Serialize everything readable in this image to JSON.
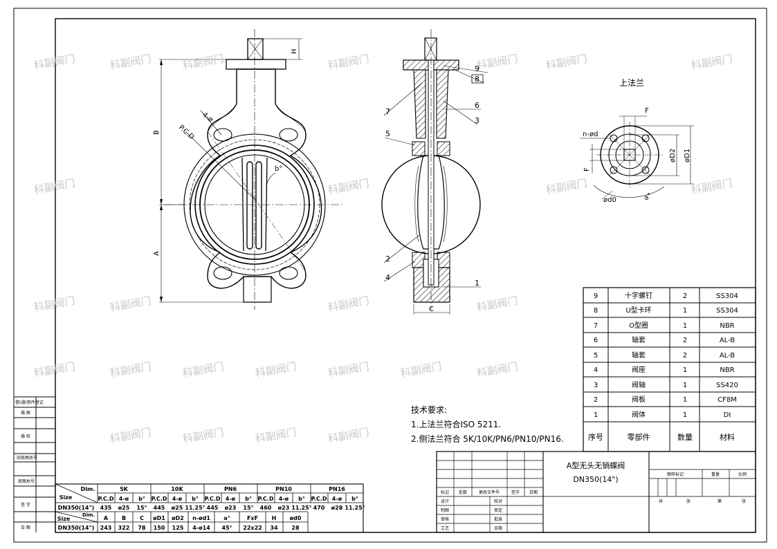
{
  "watermark": "科副阀门",
  "upper_flange_title": "上法兰",
  "dim_labels": {
    "H": "H",
    "B": "B",
    "A": "A",
    "C": "C",
    "F": "F",
    "bolt_holes": "4-ø",
    "pcd": "P.C.D",
    "angle_b": "b°",
    "n_d": "n-ød",
    "d0": "ød0",
    "a_deg": "a°",
    "D1": "øD1",
    "D2": "øD2"
  },
  "callouts": [
    "9",
    "8",
    "7",
    "6",
    "5",
    "3",
    "2",
    "4",
    "1"
  ],
  "parts_table": {
    "headers": [
      "序号",
      "零部件",
      "数量",
      "材料"
    ],
    "rows": [
      [
        "9",
        "十字螺钉",
        "2",
        "SS304"
      ],
      [
        "8",
        "U型卡环",
        "1",
        "SS304"
      ],
      [
        "7",
        "O型圈",
        "1",
        "NBR"
      ],
      [
        "6",
        "轴套",
        "2",
        "AL-B"
      ],
      [
        "5",
        "轴套",
        "2",
        "AL-B"
      ],
      [
        "4",
        "阀座",
        "1",
        "NBR"
      ],
      [
        "3",
        "阀轴",
        "1",
        "SS420"
      ],
      [
        "2",
        "阀板",
        "1",
        "CF8M"
      ],
      [
        "1",
        "阀体",
        "1",
        "DI"
      ]
    ]
  },
  "tech_req": {
    "title": "技术要求:",
    "items": [
      "1.上法兰符合ISO 5211.",
      "2.侧法兰符合 5K/10K/PN6/PN10/PN16."
    ]
  },
  "left_strip": [
    "借(通)用件登记",
    "描  图",
    "描  校",
    "旧底图总号",
    "底图总号",
    "签  字",
    "日  期"
  ],
  "dim_table": {
    "size_label": "Size",
    "dim_label": "Dim.",
    "groups": [
      "5K",
      "10K",
      "PN6",
      "PN10",
      "PN16"
    ],
    "sub": [
      "P.C.D",
      "4-ø",
      "b°"
    ],
    "row1_size": "DN350(14\")",
    "row1": [
      "435",
      "ø25",
      "15°",
      "445",
      "ø25",
      "11.25°",
      "445",
      "ø23",
      "15°",
      "460",
      "ø23",
      "11.25°",
      "470",
      "ø28",
      "11.25°"
    ],
    "row2_headers": [
      "A",
      "B",
      "C",
      "øD1",
      "øD2",
      "n-ød1",
      "a°",
      "FxF",
      "H",
      "ød0"
    ],
    "row2_size": "DN350(14\")",
    "row2": [
      "243",
      "322",
      "78",
      "150",
      "125",
      "4-ø14",
      "45°",
      "22x22",
      "34",
      "28"
    ]
  },
  "title_block": {
    "name": "A型无头无销蝶阀",
    "size": "DN350(14\")",
    "rev_headers": [
      "标记",
      "处数",
      "更改文件号",
      "签字",
      "日期"
    ],
    "sign_left": [
      "设计",
      "制图",
      "审核",
      "工艺"
    ],
    "sign_right": [
      "校对",
      "审定",
      "批准",
      "日期"
    ],
    "mark_label": "图样标记",
    "weight_label": "重量",
    "scale_label": "比例",
    "total_label": "共",
    "sheets_label": "张",
    "page_label": "第",
    "page_sheets_label": "张"
  }
}
